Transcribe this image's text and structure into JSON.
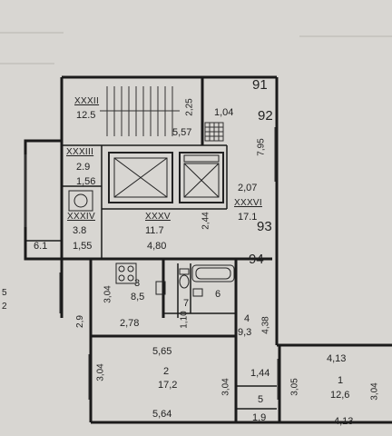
{
  "header": {
    "faded_text": ""
  },
  "apartments": [
    {
      "id": "apt-91",
      "label": "91"
    },
    {
      "id": "apt-92",
      "label": "92"
    },
    {
      "id": "apt-93",
      "label": "93"
    },
    {
      "id": "apt-94",
      "label": "94"
    }
  ],
  "rooms": {
    "xxxii": {
      "code": "XXXII",
      "area": "12.5"
    },
    "xxxiii": {
      "code": "XXXIII",
      "area": "2.9"
    },
    "xxxiv": {
      "code": "XXXIV",
      "area": "3.8"
    },
    "xxxv": {
      "code": "XXXV",
      "area": "11.7"
    },
    "xxxvi": {
      "code": "XXXVI",
      "area": "17.1"
    },
    "r1": {
      "num": "1",
      "area": "12,6"
    },
    "r2": {
      "num": "2",
      "area": "17,2"
    },
    "r3": {
      "num": "3",
      "area": "8,5"
    },
    "r4": {
      "num": "4",
      "area": "9,3"
    },
    "r5": {
      "num": "5",
      "area": "1,9"
    },
    "r6": {
      "num": "6"
    },
    "r7": {
      "num": "7"
    }
  },
  "dimensions": {
    "d_2_25": "2,25",
    "d_5_57": "5,57",
    "d_1_04": "1,04",
    "d_7_95": "7,95",
    "d_2_07": "2,07",
    "d_1_56": "1,56",
    "d_2_44": "2,44",
    "d_6_1": "6.1",
    "d_1_55": "1,55",
    "d_4_80": "4,80",
    "d_3_04_a": "3,04",
    "d_2_9": "2,9",
    "d_2_78": "2,78",
    "d_1_10": "1,10",
    "d_4_38": "4,38",
    "d_5_65": "5,65",
    "d_3_04_b": "3,04",
    "d_3_04_c": "3,04",
    "d_1_44": "1,44",
    "d_4_13_top": "4,13",
    "d_3_05": "3,05",
    "d_3_04_d": "3,04",
    "d_5_64": "5,64",
    "d_4_13_bot": "4,13"
  },
  "margin_marks": {
    "m1": "5",
    "m2": "2"
  }
}
